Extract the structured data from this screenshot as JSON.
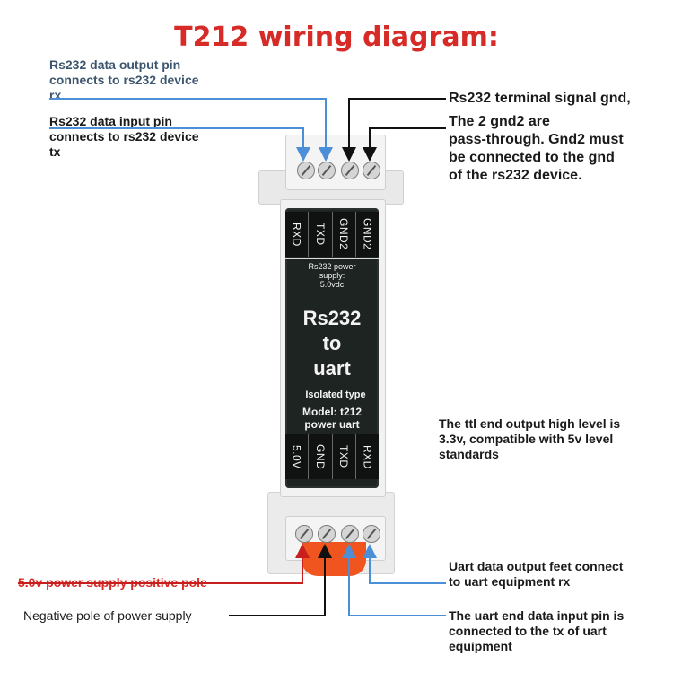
{
  "title": "T212 wiring diagram:",
  "callouts": {
    "rs232_out": "Rs232 data output pin\nconnects to rs232 device\nrx",
    "rs232_in": "Rs232 data input pin\nconnects to rs232 device\ntx",
    "term_gnd": "Rs232 terminal signal gnd,",
    "gnd2_note": "The 2 gnd2 are\npass-through. Gnd2 must\nbe connected to the gnd\nof the rs232 device.",
    "ttl_level": "The ttl end output high level is\n3.3v, compatible with 5v level\nstandards",
    "pos_pole": "5.0v power supply positive pole",
    "neg_pole": "Negative pole of power supply",
    "uart_out": "Uart data output feet connect\nto uart equipment rx",
    "uart_in": "The uart end data input pin is\nconnected to the tx of uart\nequipment"
  },
  "module": {
    "top_pins": [
      "RXD",
      "TXD",
      "GND2",
      "GND2"
    ],
    "bottom_pins": [
      "5.0V",
      "GND",
      "TXD",
      "RXD"
    ],
    "power_note": "Rs232 power\nsupply:\n5.0vdc",
    "name_line1": "Rs232",
    "name_line2": "to",
    "name_line3": "uart",
    "isolated": "Isolated type",
    "model": "Model: t212",
    "subtitle": "power uart"
  },
  "colors": {
    "title": "#d62b26",
    "blue_wire": "#4a8fd8",
    "black_wire": "#111111",
    "red_wire": "#c81e1e"
  }
}
